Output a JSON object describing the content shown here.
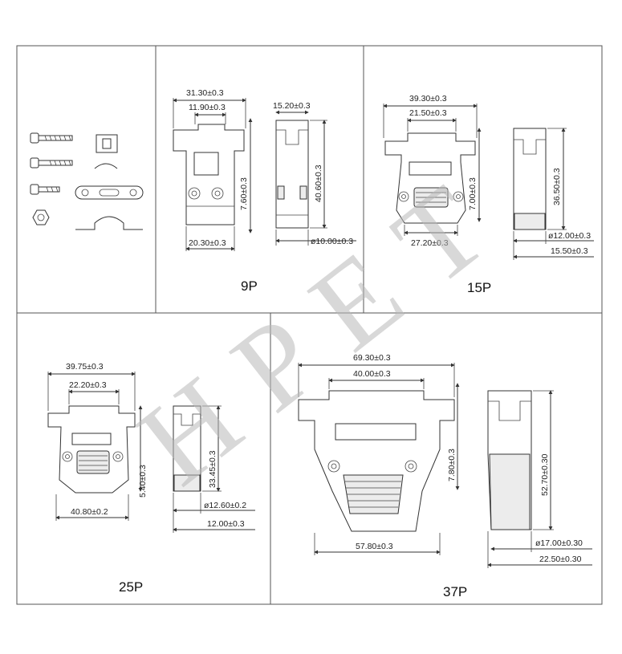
{
  "watermark": "HPET",
  "panels": {
    "accessories": {},
    "p9": {
      "label": "9P",
      "front": {
        "overall_width": "31.30±0.3",
        "inner_width": "11.90±0.3",
        "bottom_width": "20.30±0.3",
        "side_height": "7.60±0.3"
      },
      "side": {
        "top_width": "15.20±0.3",
        "height": "40.60±0.3",
        "cable_dia": "ø10.00±0.3"
      }
    },
    "p15": {
      "label": "15P",
      "front": {
        "overall_width": "39.30±0.3",
        "inner_width": "21.50±0.3",
        "bottom_width": "27.20±0.3",
        "side_height": "7.00±0.3"
      },
      "side": {
        "height": "36.50±0.3",
        "cable_dia": "ø12.00±0.3",
        "depth": "15.50±0.3"
      }
    },
    "p25": {
      "label": "25P",
      "front": {
        "overall_width": "39.75±0.3",
        "inner_width": "22.20±0.3",
        "bottom_width": "40.80±0.2",
        "side_height": "5.40±0.3"
      },
      "side": {
        "height": "33.45±0.3",
        "cable_dia": "ø12.60±0.2",
        "depth": "12.00±0.3"
      }
    },
    "p37": {
      "label": "37P",
      "front": {
        "overall_width": "69.30±0.3",
        "inner_width": "40.00±0.3",
        "bottom_width": "57.80±0.3",
        "side_height": "7.80±0.3"
      },
      "side": {
        "height": "52.70±0.30",
        "cable_dia": "ø17.00±0.30",
        "depth": "22.50±0.30"
      }
    }
  }
}
